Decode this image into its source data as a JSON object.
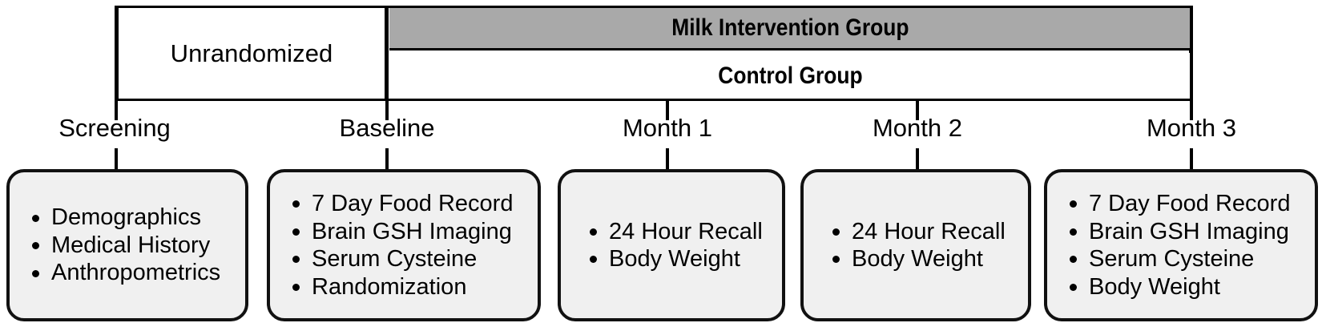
{
  "figure": {
    "type": "study-timeline-flow-diagram",
    "title_present": false
  },
  "header": {
    "unrandomized": {
      "label": "Unrandomized"
    },
    "arms": [
      {
        "id": "milk",
        "label": "Milk Intervention Group",
        "fill": "#a9a9a9"
      },
      {
        "id": "control",
        "label": "Control Group",
        "fill": "#ffffff"
      }
    ]
  },
  "timeline": {
    "timepoints": [
      {
        "id": "screening",
        "label": "Screening"
      },
      {
        "id": "baseline",
        "label": "Baseline"
      },
      {
        "id": "month1",
        "label": "Month 1"
      },
      {
        "id": "month2",
        "label": "Month 2"
      },
      {
        "id": "month3",
        "label": "Month 3"
      }
    ]
  },
  "visits": [
    {
      "id": "screening-visit",
      "items": [
        "Demographics",
        "Medical History",
        "Anthropometrics"
      ]
    },
    {
      "id": "baseline-visit",
      "items": [
        "7 Day Food Record",
        "Brain GSH Imaging",
        "Serum Cysteine",
        "Randomization"
      ]
    },
    {
      "id": "month1-visit",
      "items": [
        "24 Hour Recall",
        "Body Weight"
      ]
    },
    {
      "id": "month2-visit",
      "items": [
        "24 Hour Recall",
        "Body Weight"
      ]
    },
    {
      "id": "month3-visit",
      "items": [
        "7 Day Food Record",
        "Brain GSH Imaging",
        "Serum Cysteine",
        "Body Weight"
      ]
    }
  ],
  "colors": {
    "intervention_band": "#a9a9a9",
    "box_fill": "#f0f0f0",
    "stroke": "#000000"
  }
}
